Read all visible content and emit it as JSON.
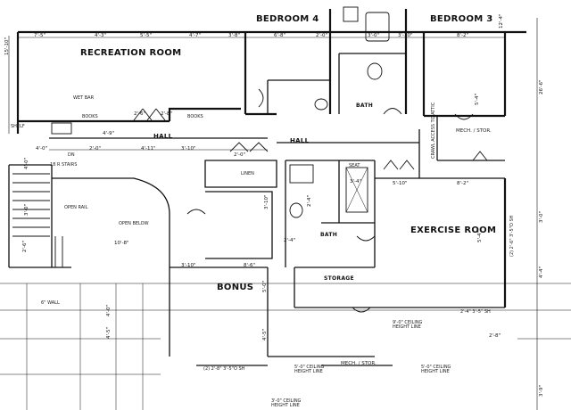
{
  "rooms": {
    "recreation": "RECREATION ROOM",
    "bedroom4": "BEDROOM 4",
    "bedroom3": "BEDROOM 3",
    "hall_left": "HALL",
    "hall_center": "HALL",
    "exercise": "EXERCISE ROOM",
    "bonus": "BONUS",
    "bath_upper": "BATH",
    "bath_lower": "BATH",
    "storage": "STORAGE",
    "seat": "SEAT",
    "linen": "LINEN",
    "open_rail": "OPEN RAIL",
    "open_below": "OPEN BELOW",
    "mech_stor_right": "MECH. / STOR.",
    "mech_stor_bottom": "MECH. / STOR."
  },
  "notes": {
    "wet_bar": "WET BAR",
    "books_1": "BOOKS",
    "books_2": "BOOKS",
    "up_stairs": "18 R STAIRS",
    "dn": "DN",
    "wall_6": "6\" WALL",
    "ceiling_a": "9'-0\" CEILING HEIGHT LINE",
    "ceiling_b": "5'-0\" CEILING HEIGHT LINE",
    "ceiling_c": "3'-0\" CEILING HEIGHT LINE",
    "ceiling_d": "5'-0\" CEILING HEIGHT LINE",
    "attic_access": "CRAWL ACCESS TO ATTIC",
    "shelf": "SHELF",
    "sh_bottom": "(2) 2'-8\" 3'-5\"O SH",
    "sh_right": "(2) 2'-6\" 3'-5\"O SH",
    "sh_exercise": "2'-4\" 3'-5\" SH"
  },
  "dimensions": {
    "top": [
      "7'-5\"",
      "4'-3\"",
      "5'-5\"",
      "4'-7\"",
      "3'-8\"",
      "6'-8\"",
      "2'-0\"",
      "3'-0\"",
      "3'-10\"",
      "8'-2\""
    ],
    "hall_row": [
      "4'-11\"",
      "3'-10\"",
      "2'-0\"",
      "4'-9\"",
      "4'-0\""
    ],
    "mid_row": [
      "5'-10\"",
      "8'-2\"",
      "3'-10\"",
      "8'-6\"",
      "10'-8\""
    ],
    "misc": [
      "2'-6\"",
      "2'-8\"",
      "2'-0\"",
      "2'-4\"",
      "3'-4\"",
      "5'-4\"",
      "2'-8\""
    ],
    "right_side": [
      "26'-6\"",
      "12'-4\"",
      "5'-4\"",
      "3'-0\"",
      "4'-4\"",
      "3'-9\""
    ],
    "left_side": [
      "15'-10\"",
      "4'-0\"",
      "2'-6\"",
      "3'-0\"",
      "4'-0\"",
      "4'-5\""
    ],
    "bonus_side": [
      "5'-0\"",
      "4'-5\"",
      "3'-10\"",
      "2'-4\""
    ]
  }
}
